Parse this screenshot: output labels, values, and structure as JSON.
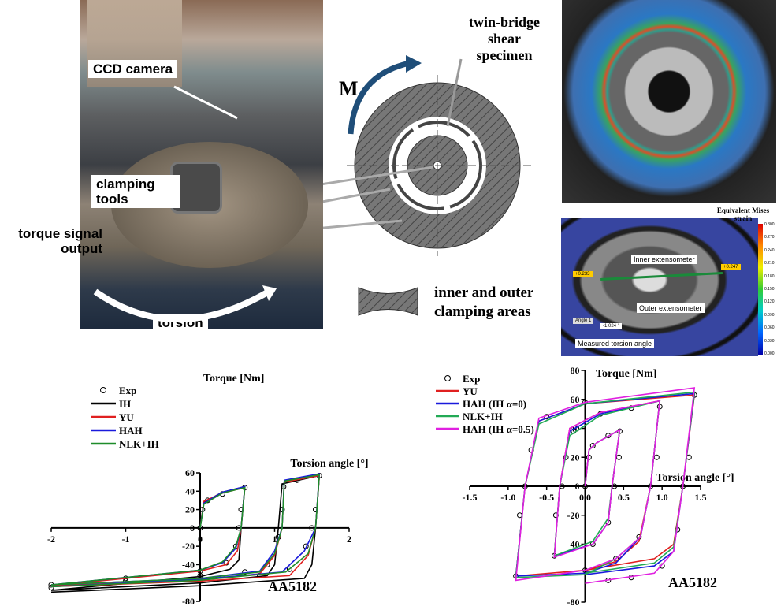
{
  "photo_labels": {
    "ccd": "CCD camera",
    "clamping": "clamping tools",
    "torque": "torque signal output",
    "torsion": "torsion"
  },
  "diagram": {
    "specimen": "twin-bridge shear specimen",
    "moment": "M",
    "legend": "inner and outer clamping areas"
  },
  "dic": {
    "title": "Equivalent Mises strain",
    "inner": "Inner extensometer",
    "outer": "Outer extensometer",
    "measured": "Measured torsion angle",
    "left_value": "+0.233",
    "right_value": "+0.247",
    "angle_name": "Angle 1",
    "angle_value": "-1.024 °",
    "colorbar_ticks": [
      "0.300",
      "0.270",
      "0.240",
      "0.210",
      "0.180",
      "0.150",
      "0.120",
      "0.090",
      "0.060",
      "0.030",
      "0.000"
    ]
  },
  "chart_data": [
    {
      "type": "line",
      "title": "AA5182",
      "xlabel": "Torsion angle [°]",
      "ylabel": "Torque [Nm]",
      "xlim": [
        -2,
        2
      ],
      "ylim": [
        -80,
        60
      ],
      "xticks": [
        "-2",
        "-1",
        "0",
        "1",
        "2"
      ],
      "yticks": [
        "-80",
        "-40",
        "-20",
        "0",
        "20",
        "40",
        "60"
      ],
      "legend": "top-left",
      "series": [
        {
          "name": "Exp",
          "marker": "circle",
          "color": "#000000",
          "points": [
            [
              0,
              0
            ],
            [
              0.03,
              20
            ],
            [
              0.1,
              30
            ],
            [
              0.3,
              37
            ],
            [
              0.6,
              44
            ],
            [
              0.55,
              20
            ],
            [
              0.52,
              0
            ],
            [
              0.48,
              -20
            ],
            [
              0.35,
              -38
            ],
            [
              0,
              -47
            ],
            [
              -1,
              -55
            ],
            [
              -2,
              -62
            ],
            [
              -1,
              -58
            ],
            [
              0,
              -52
            ],
            [
              0.6,
              -48
            ],
            [
              0.9,
              -40
            ],
            [
              1.05,
              -10
            ],
            [
              1.1,
              20
            ],
            [
              1.12,
              45
            ],
            [
              1.3,
              52
            ],
            [
              1.6,
              57
            ],
            [
              1.55,
              20
            ],
            [
              1.5,
              0
            ],
            [
              1.42,
              -20
            ],
            [
              1.2,
              -45
            ],
            [
              0.8,
              -52
            ],
            [
              0,
              -57
            ],
            [
              -2,
              -65
            ]
          ]
        },
        {
          "name": "IH",
          "color": "#000000",
          "points": [
            [
              0,
              0
            ],
            [
              0.05,
              28
            ],
            [
              0.3,
              39
            ],
            [
              0.6,
              45
            ],
            [
              0.55,
              0
            ],
            [
              0.52,
              -35
            ],
            [
              0.4,
              -45
            ],
            [
              0,
              -53
            ],
            [
              -2,
              -68
            ],
            [
              0,
              -60
            ],
            [
              0.9,
              -52
            ],
            [
              1.0,
              -40
            ],
            [
              1.05,
              0
            ],
            [
              1.1,
              48
            ],
            [
              1.6,
              57
            ],
            [
              1.55,
              0
            ],
            [
              1.5,
              -40
            ],
            [
              1.4,
              -55
            ],
            [
              0,
              -63
            ],
            [
              -2,
              -70
            ]
          ]
        },
        {
          "name": "YU",
          "color": "#e02020",
          "points": [
            [
              0,
              0
            ],
            [
              0.05,
              29
            ],
            [
              0.3,
              38
            ],
            [
              0.6,
              44
            ],
            [
              0.55,
              0
            ],
            [
              0.5,
              -25
            ],
            [
              0.35,
              -40
            ],
            [
              0,
              -47
            ],
            [
              -2,
              -63
            ],
            [
              0,
              -57
            ],
            [
              0.8,
              -50
            ],
            [
              1.0,
              -30
            ],
            [
              1.1,
              0
            ],
            [
              1.13,
              50
            ],
            [
              1.6,
              57
            ],
            [
              1.55,
              0
            ],
            [
              1.45,
              -30
            ],
            [
              1.2,
              -52
            ],
            [
              0,
              -58
            ],
            [
              -2,
              -64
            ]
          ]
        },
        {
          "name": "HAH",
          "color": "#1a1adc",
          "points": [
            [
              0,
              0
            ],
            [
              0.05,
              27
            ],
            [
              0.3,
              39
            ],
            [
              0.6,
              45
            ],
            [
              0.55,
              0
            ],
            [
              0.48,
              -22
            ],
            [
              0.3,
              -38
            ],
            [
              0,
              -46
            ],
            [
              -2,
              -62
            ],
            [
              0,
              -55
            ],
            [
              0.8,
              -47
            ],
            [
              1.0,
              -25
            ],
            [
              1.1,
              0
            ],
            [
              1.13,
              52
            ],
            [
              1.6,
              59
            ],
            [
              1.55,
              0
            ],
            [
              1.4,
              -25
            ],
            [
              1.1,
              -48
            ],
            [
              0,
              -56
            ],
            [
              -2,
              -64
            ]
          ]
        },
        {
          "name": "NLK+IH",
          "color": "#1e8c2a",
          "points": [
            [
              0,
              0
            ],
            [
              0.05,
              26
            ],
            [
              0.3,
              38
            ],
            [
              0.6,
              44
            ],
            [
              0.55,
              0
            ],
            [
              0.48,
              -20
            ],
            [
              0.3,
              -37
            ],
            [
              0,
              -46
            ],
            [
              -2,
              -62
            ],
            [
              0,
              -55
            ],
            [
              0.8,
              -48
            ],
            [
              1.0,
              -28
            ],
            [
              1.1,
              0
            ],
            [
              1.13,
              51
            ],
            [
              1.6,
              58
            ],
            [
              1.55,
              0
            ],
            [
              1.45,
              -28
            ],
            [
              1.15,
              -48
            ],
            [
              0,
              -57
            ],
            [
              -2,
              -64
            ]
          ]
        }
      ]
    },
    {
      "type": "line",
      "title": "AA5182",
      "xlabel": "Torsion angle [°]",
      "ylabel": "Torque [Nm]",
      "xlim": [
        -1.5,
        1.5
      ],
      "ylim": [
        -80,
        80
      ],
      "xticks": [
        "-1.5",
        "-1.0",
        "-0.5",
        "0.0",
        "0.5",
        "1.0",
        "1.5"
      ],
      "yticks": [
        "-80",
        "-40",
        "-20",
        "0",
        "20",
        "40",
        "60",
        "80"
      ],
      "legend": "top-left",
      "series": [
        {
          "name": "Exp",
          "marker": "circle",
          "color": "#000000",
          "points": [
            [
              0,
              0
            ],
            [
              0.05,
              20
            ],
            [
              0.1,
              28
            ],
            [
              0.3,
              35
            ],
            [
              0.45,
              38
            ],
            [
              0.44,
              20
            ],
            [
              0.38,
              0
            ],
            [
              0.3,
              -25
            ],
            [
              0.1,
              -40
            ],
            [
              -0.4,
              -48
            ],
            [
              -0.38,
              -20
            ],
            [
              -0.3,
              0
            ],
            [
              -0.25,
              20
            ],
            [
              -0.15,
              38
            ],
            [
              0.2,
              50
            ],
            [
              0.6,
              54
            ],
            [
              0.97,
              55
            ],
            [
              0.93,
              20
            ],
            [
              0.85,
              0
            ],
            [
              0.7,
              -35
            ],
            [
              0.4,
              -50
            ],
            [
              0,
              -58
            ],
            [
              -0.9,
              -62
            ],
            [
              -0.85,
              -20
            ],
            [
              -0.78,
              0
            ],
            [
              -0.7,
              25
            ],
            [
              -0.5,
              48
            ],
            [
              0,
              58
            ],
            [
              1.42,
              63
            ],
            [
              1.35,
              20
            ],
            [
              1.27,
              0
            ],
            [
              1.2,
              -30
            ],
            [
              1.0,
              -55
            ],
            [
              0.6,
              -63
            ],
            [
              0.3,
              -65
            ]
          ]
        },
        {
          "name": "YU",
          "color": "#e02020",
          "points": [
            [
              0,
              0
            ],
            [
              0.05,
              25
            ],
            [
              0.15,
              30
            ],
            [
              0.45,
              39
            ],
            [
              0.35,
              0
            ],
            [
              0.3,
              -25
            ],
            [
              0.1,
              -40
            ],
            [
              -0.4,
              -48
            ],
            [
              -0.33,
              0
            ],
            [
              -0.2,
              40
            ],
            [
              0.2,
              51
            ],
            [
              0.97,
              59
            ],
            [
              0.85,
              0
            ],
            [
              0.7,
              -38
            ],
            [
              0.4,
              -52
            ],
            [
              0,
              -58
            ],
            [
              -0.9,
              -62
            ],
            [
              -0.78,
              0
            ],
            [
              -0.6,
              45
            ],
            [
              0,
              57
            ],
            [
              1.42,
              63
            ],
            [
              1.27,
              0
            ],
            [
              1.15,
              -40
            ],
            [
              0.9,
              -50
            ],
            [
              0,
              -58
            ]
          ]
        },
        {
          "name": "HAH (IH α=0)",
          "color": "#1a1adc",
          "points": [
            [
              0,
              0
            ],
            [
              0.05,
              25
            ],
            [
              0.15,
              30
            ],
            [
              0.45,
              39
            ],
            [
              0.35,
              0
            ],
            [
              0.3,
              -25
            ],
            [
              0.1,
              -40
            ],
            [
              -0.4,
              -48
            ],
            [
              -0.33,
              0
            ],
            [
              -0.2,
              38
            ],
            [
              0.2,
              50
            ],
            [
              0.97,
              59
            ],
            [
              0.85,
              0
            ],
            [
              0.72,
              -35
            ],
            [
              0.4,
              -53
            ],
            [
              0,
              -60
            ],
            [
              -0.9,
              -62
            ],
            [
              -0.78,
              0
            ],
            [
              -0.6,
              45
            ],
            [
              0,
              57
            ],
            [
              1.42,
              64
            ],
            [
              1.27,
              0
            ],
            [
              1.15,
              -45
            ],
            [
              0.9,
              -55
            ],
            [
              0,
              -61
            ]
          ]
        },
        {
          "name": "NLK+IH",
          "color": "#22aa55",
          "points": [
            [
              0,
              0
            ],
            [
              0.05,
              25
            ],
            [
              0.15,
              30
            ],
            [
              0.45,
              39
            ],
            [
              0.35,
              0
            ],
            [
              0.3,
              -22
            ],
            [
              0.1,
              -38
            ],
            [
              -0.4,
              -48
            ],
            [
              -0.33,
              0
            ],
            [
              -0.2,
              35
            ],
            [
              0.2,
              49
            ],
            [
              0.97,
              59
            ],
            [
              0.85,
              0
            ],
            [
              0.72,
              -35
            ],
            [
              0.4,
              -50
            ],
            [
              0,
              -61
            ],
            [
              -0.9,
              -63
            ],
            [
              -0.78,
              0
            ],
            [
              -0.6,
              43
            ],
            [
              0,
              57
            ],
            [
              1.42,
              65
            ],
            [
              1.27,
              0
            ],
            [
              1.15,
              -42
            ],
            [
              0.9,
              -53
            ],
            [
              0,
              -60
            ]
          ]
        },
        {
          "name": "HAH (IH α=0.5)",
          "color": "#e020e0",
          "points": [
            [
              0,
              0
            ],
            [
              0.05,
              25
            ],
            [
              0.15,
              30
            ],
            [
              0.45,
              39
            ],
            [
              0.35,
              0
            ],
            [
              0.3,
              -25
            ],
            [
              0.1,
              -40
            ],
            [
              -0.4,
              -49
            ],
            [
              -0.33,
              0
            ],
            [
              -0.2,
              40
            ],
            [
              0.2,
              51
            ],
            [
              0.97,
              59
            ],
            [
              0.85,
              0
            ],
            [
              0.72,
              -35
            ],
            [
              0.4,
              -50
            ],
            [
              0,
              -58
            ],
            [
              -0.9,
              -65
            ],
            [
              -0.78,
              0
            ],
            [
              -0.6,
              47
            ],
            [
              0,
              58
            ],
            [
              1.42,
              68
            ],
            [
              1.27,
              0
            ],
            [
              1.15,
              -45
            ],
            [
              0.9,
              -60
            ],
            [
              0,
              -67
            ]
          ]
        }
      ]
    }
  ]
}
